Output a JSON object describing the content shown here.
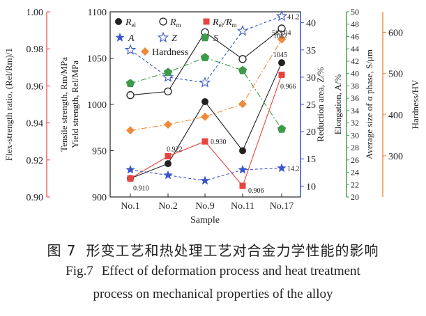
{
  "chart_data": {
    "type": "line",
    "categories": [
      "No.1",
      "No.2",
      "No.9",
      "No.11",
      "No.17"
    ],
    "xlabel": "Sample",
    "axes": {
      "ratio": {
        "label": "Flex-strength ratio, (Rel/Rm)/1",
        "range": [
          0.9,
          1.0
        ],
        "ticks": [
          "0.90",
          "0.92",
          "0.94",
          "0.96",
          "0.98",
          "1.00"
        ],
        "color": "#e8443f"
      },
      "strength": {
        "label_line1": "Tensile strength, Rm/MPa",
        "label_line2": "Yield strength, Rel/MPa",
        "range": [
          900,
          1100
        ],
        "ticks": [
          "900",
          "950",
          "1000",
          "1050",
          "1100"
        ],
        "color": "#222222"
      },
      "reduction": {
        "label": "Reduction area, Z/%",
        "range": [
          8,
          42
        ],
        "ticks": [
          "10",
          "15",
          "20",
          "25",
          "30",
          "35",
          "40"
        ],
        "color": "#3a56c8"
      },
      "elongation": {
        "label": "Elongation, A/%",
        "range": [
          20,
          50
        ],
        "ticks": [
          "20",
          "22",
          "24",
          "26",
          "28",
          "30",
          "32",
          "34",
          "36",
          "38",
          "40",
          "42",
          "44",
          "46",
          "48",
          "50"
        ],
        "color": "#3d9a4a"
      },
      "size": {
        "label": "Average size of α phase, S/μm",
        "color": "#3d9a4a"
      },
      "hardness": {
        "label": "Hardness/HV",
        "range": [
          200,
          650
        ],
        "ticks": [
          "300",
          "400",
          "500",
          "600"
        ],
        "color": "#ee8a3a"
      }
    },
    "legend": {
      "Rel": "R",
      "Rel_sub": "el",
      "Rm": "R",
      "Rm_sub": "m",
      "ratio": "R",
      "ratio_sub1": "el",
      "ratio_mid": "/R",
      "ratio_sub2": "m",
      "A": "A",
      "Z": "Z",
      "S": "S",
      "Hardness": "Hardness"
    },
    "series": [
      {
        "key": "Rel",
        "axis": "strength",
        "values": [
          920,
          936,
          1003,
          950,
          1045
        ],
        "color": "#222222",
        "marker": "circle",
        "line": "solid"
      },
      {
        "key": "Rm",
        "axis": "strength",
        "values": [
          1010,
          1014,
          1078,
          1049,
          1082
        ],
        "color": "#222222",
        "marker": "circle-open",
        "line": "solid"
      },
      {
        "key": "ratio",
        "axis": "ratio",
        "values": [
          0.91,
          0.922,
          0.93,
          0.906,
          0.966
        ],
        "color": "#e8443f",
        "marker": "square",
        "line": "solid"
      },
      {
        "key": "A",
        "axis": "reduction",
        "values": [
          13.0,
          12.0,
          11.0,
          13.0,
          13.3
        ],
        "color": "#3a56c8",
        "marker": "star",
        "line": "dash"
      },
      {
        "key": "Z",
        "axis": "reduction",
        "values": [
          35.0,
          30.0,
          29.0,
          38.5,
          41.2
        ],
        "color": "#3a56c8",
        "marker": "star-open",
        "line": "dash"
      },
      {
        "key": "S",
        "axis": "elongation",
        "values": [
          38.4,
          40.2,
          42.6,
          40.5,
          31.0
        ],
        "color": "#3d9a4a",
        "marker": "pentagon",
        "line": "dashdot"
      },
      {
        "key": "Hardness",
        "axis": "hardness",
        "values": [
          362,
          376,
          395,
          426,
          583.04
        ],
        "color": "#ee8a3a",
        "marker": "diamond",
        "line": "dashdot"
      }
    ],
    "annotations": [
      {
        "series": "ratio",
        "index": 0,
        "text": "0.910"
      },
      {
        "series": "ratio",
        "index": 1,
        "text": "0.922"
      },
      {
        "series": "ratio",
        "index": 2,
        "text": "0.930"
      },
      {
        "series": "ratio",
        "index": 3,
        "text": "0.906"
      },
      {
        "series": "ratio",
        "index": 4,
        "text": "0.966"
      },
      {
        "series": "Rel",
        "index": 4,
        "text": "1045"
      },
      {
        "series": "Rm",
        "index": 4,
        "text": "1082"
      },
      {
        "series": "Hardness",
        "index": 4,
        "text": "583.04"
      },
      {
        "series": "Z",
        "index": 4,
        "text": "41.2"
      },
      {
        "series": "A",
        "index": 4,
        "text": "14.2"
      }
    ]
  },
  "caption": {
    "zh_label": "图 7",
    "zh_text": "形变工艺和热处理工艺对合金力学性能的影响",
    "en_label": "Fig.7",
    "en_line1": "Effect of deformation process and heat treatment",
    "en_line2": "process on mechanical properties of the alloy"
  }
}
